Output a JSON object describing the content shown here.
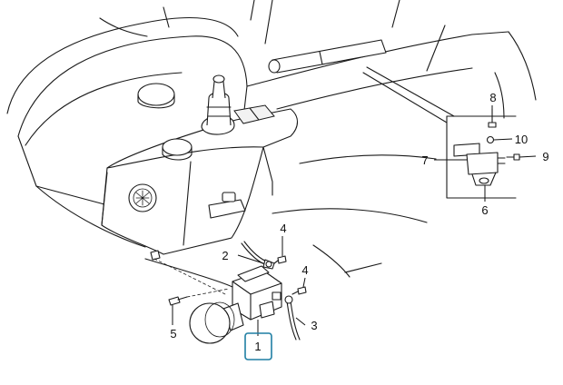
{
  "diagram": {
    "callouts": {
      "c1": "1",
      "c2": "2",
      "c3": "3",
      "c4a": "4",
      "c4b": "4",
      "c5": "5",
      "c6": "6",
      "c7": "7",
      "c8": "8",
      "c9": "9",
      "c10": "10"
    },
    "highlight_color": "#1f7ea3",
    "highlighted_part": "1"
  }
}
